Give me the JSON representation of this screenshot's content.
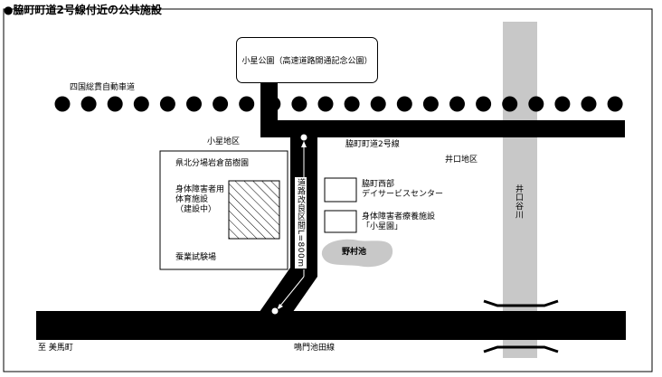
{
  "title": "●脇町町道2号線付近の公共施設",
  "park": "小星公園（高速道路開通記念公園）",
  "railway": "四国総貫自動車道",
  "river": "井口谷川",
  "areas": {
    "koboshi": "小星地区",
    "iguchi": "井口地区"
  },
  "roads": {
    "town_road": "脇町町道2号線",
    "main_road": "鳴門池田線",
    "to_mima": "至 美馬町",
    "improvement": "道路改良区間L=800m"
  },
  "facility_block": {
    "lines": [
      "県北分場岩倉苗樹園",
      "身体障害者用",
      "体育施設",
      "（建設中）",
      "蚕業試験場"
    ]
  },
  "facilities": {
    "day_service_line1": "脇町西部",
    "day_service_line2": "デイサービスセンター",
    "care_line1": "身体障害者療養施設",
    "care_line2": "「小星園」"
  },
  "pond": "野村池",
  "colors": {
    "road": "#000000",
    "river": "#c8c8c8",
    "pond": "#c8c8c8",
    "background": "#ffffff"
  }
}
